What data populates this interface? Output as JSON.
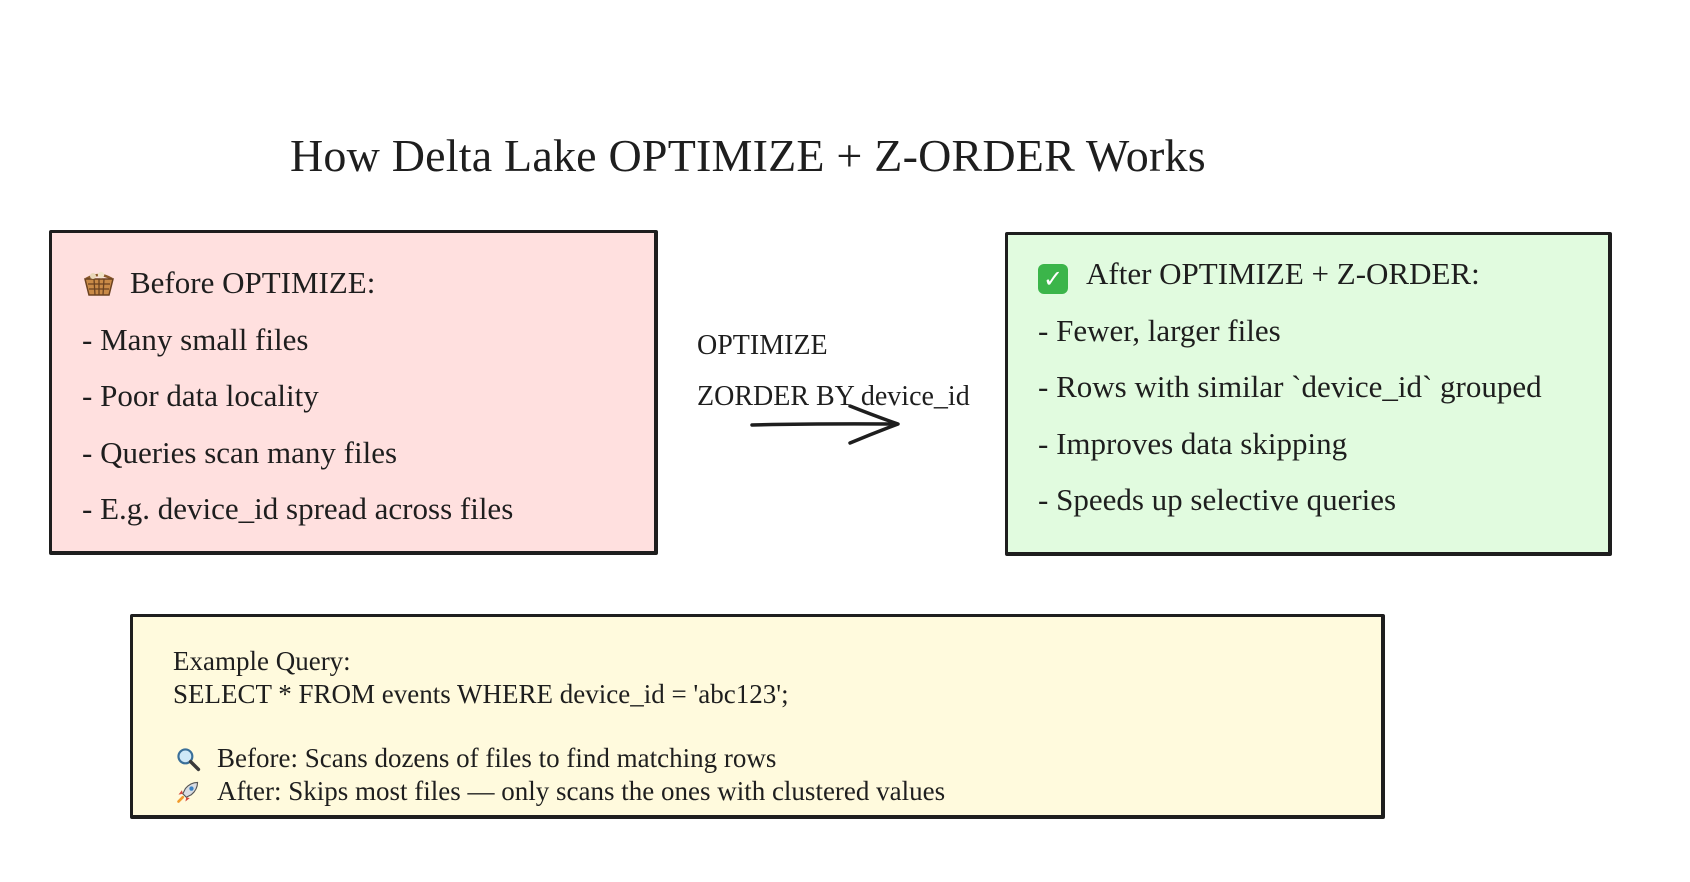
{
  "title": "How Delta Lake OPTIMIZE + Z-ORDER Works",
  "before": {
    "icon": "basket-icon",
    "heading": "Before OPTIMIZE:",
    "items": [
      "- Many small files",
      "- Poor data locality",
      "- Queries scan many files",
      "- E.g. device_id spread across files"
    ],
    "color": "#ffe0df"
  },
  "transition": {
    "line1": "OPTIMIZE",
    "line2": "ZORDER BY device_id"
  },
  "after": {
    "icon": "check-mark-icon",
    "heading": "After OPTIMIZE + Z-ORDER:",
    "items": [
      "- Fewer, larger files",
      "- Rows with similar `device_id` grouped",
      "- Improves data skipping",
      "- Speeds up selective queries"
    ],
    "color": "#e1fbdf"
  },
  "query": {
    "label": "Example Query:",
    "sql": "SELECT * FROM events WHERE device_id = 'abc123';",
    "before_icon": "magnifier-icon",
    "before_text": "Before: Scans dozens of files to find matching rows",
    "after_icon": "rocket-icon",
    "after_text": "After: Skips most files — only scans the ones with clustered values",
    "color": "#fffadd"
  }
}
